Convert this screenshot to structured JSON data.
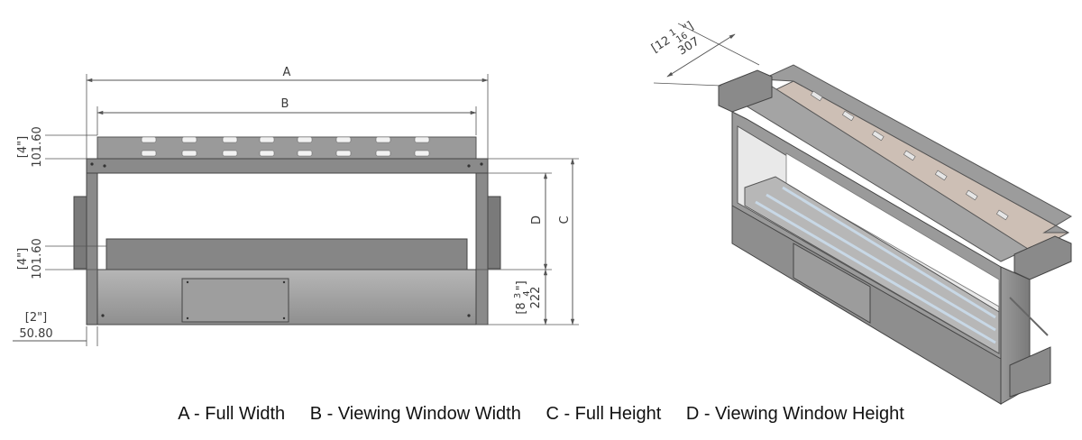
{
  "dimensions": {
    "A": "A",
    "B": "B",
    "C": "C",
    "D": "D",
    "top_flange_in": "[4\"]",
    "top_flange_mm": "101.60",
    "side_in": "[4\"]",
    "side_mm": "101.60",
    "bottom_in": "[2\"]",
    "bottom_mm": "50.80",
    "base_in_whole": "8",
    "base_in_num": "3",
    "base_in_den": "4",
    "base_in_unit": "\"",
    "base_mm": "222",
    "depth_in_whole": "12",
    "depth_in_num": "1",
    "depth_in_den": "16",
    "depth_in_unit": "\"",
    "depth_mm": "307"
  },
  "legend": {
    "a": "A - Full Width",
    "b": "B - Viewing Window Width",
    "c": "C - Full Height",
    "d": "D - Viewing Window Height"
  },
  "colors": {
    "frame": "#8f8f8f",
    "frame_dark": "#6a6a6a",
    "panel": "#a9a9a9",
    "top_board": "#cdbfb5",
    "glass": "#ffffff",
    "dim_line": "#555555"
  }
}
